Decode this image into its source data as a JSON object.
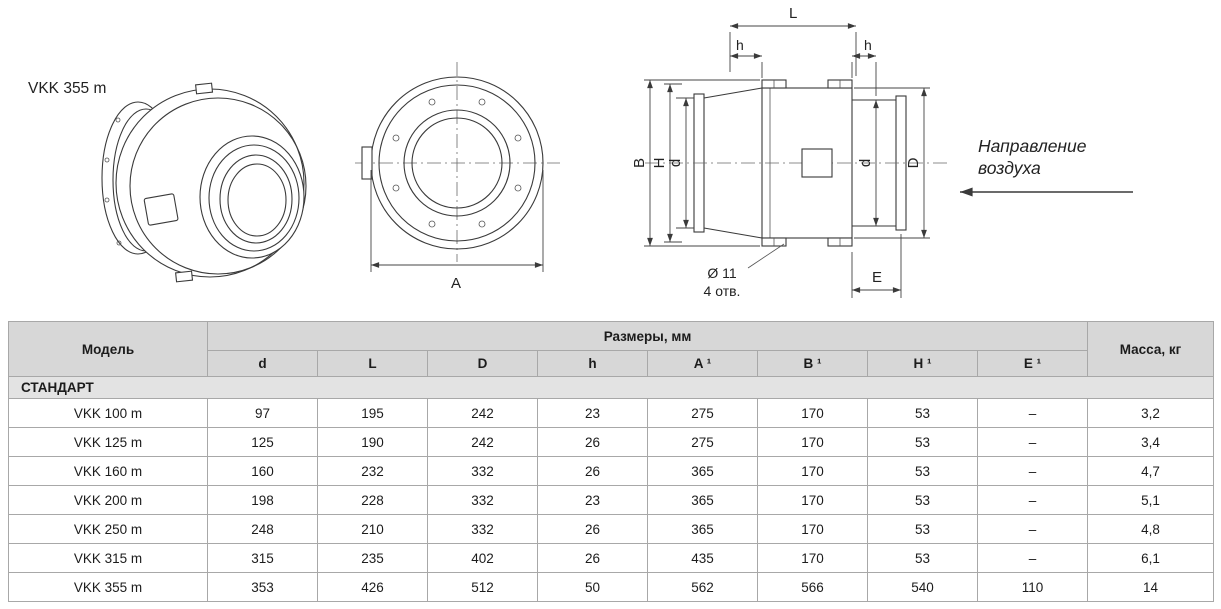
{
  "page": {
    "model_label": "VKK 355 m"
  },
  "drawing": {
    "dims": {
      "A": "A",
      "L": "L",
      "h": "h",
      "B": "B",
      "H": "H",
      "d": "d",
      "D": "D",
      "E": "E"
    },
    "hole_note_line1": "Ø 11",
    "hole_note_line2": "4 отв.",
    "direction_line1": "Направление",
    "direction_line2": "воздуха"
  },
  "table": {
    "col_model": "Модель",
    "col_dimensions": "Размеры, мм",
    "col_mass": "Масса, кг",
    "subcols": [
      "d",
      "L",
      "D",
      "h",
      "A ¹",
      "B ¹",
      "H ¹",
      "E ¹"
    ],
    "section": "СТАНДАРТ",
    "rows": [
      {
        "model": "VKK 100 m",
        "values": [
          "97",
          "195",
          "242",
          "23",
          "275",
          "170",
          "53",
          "–",
          "3,2"
        ]
      },
      {
        "model": "VKK 125 m",
        "values": [
          "125",
          "190",
          "242",
          "26",
          "275",
          "170",
          "53",
          "–",
          "3,4"
        ]
      },
      {
        "model": "VKK 160 m",
        "values": [
          "160",
          "232",
          "332",
          "26",
          "365",
          "170",
          "53",
          "–",
          "4,7"
        ]
      },
      {
        "model": "VKK 200 m",
        "values": [
          "198",
          "228",
          "332",
          "23",
          "365",
          "170",
          "53",
          "–",
          "5,1"
        ]
      },
      {
        "model": "VKK 250 m",
        "values": [
          "248",
          "210",
          "332",
          "26",
          "365",
          "170",
          "53",
          "–",
          "4,8"
        ]
      },
      {
        "model": "VKK 315 m",
        "values": [
          "315",
          "235",
          "402",
          "26",
          "435",
          "170",
          "53",
          "–",
          "6,1"
        ]
      },
      {
        "model": "VKK 355 m",
        "values": [
          "353",
          "426",
          "512",
          "50",
          "562",
          "566",
          "540",
          "110",
          "14"
        ]
      }
    ]
  }
}
